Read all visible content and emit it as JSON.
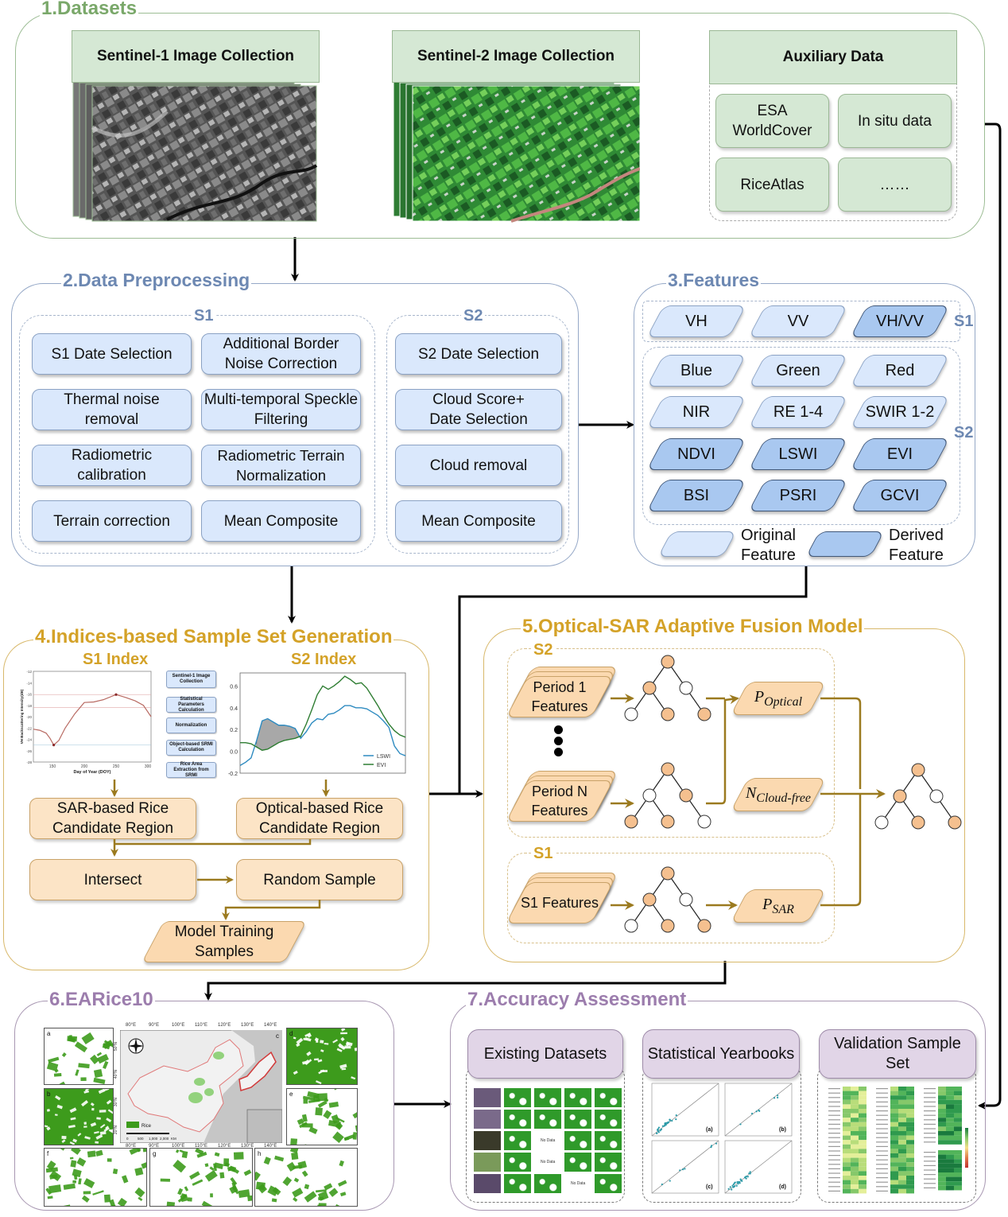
{
  "panels": {
    "datasets": {
      "title": "1.Datasets",
      "sentinel1": {
        "label": "Sentinel-1 Image Collection"
      },
      "sentinel2": {
        "label": "Sentinel-2 Image Collection"
      },
      "auxiliary": {
        "label": "Auxiliary Data",
        "items": [
          "ESA WorldCover",
          "In situ data",
          "RiceAtlas",
          "……"
        ]
      }
    },
    "preprocessing": {
      "title": "2.Data Preprocessing",
      "s1": {
        "label": "S1",
        "steps": [
          "S1 Date Selection",
          "Additional Border Noise Correction",
          "Thermal noise removal",
          "Multi-temporal Speckle Filtering",
          "Radiometric calibration",
          "Radiometric Terrain Normalization",
          "Terrain correction",
          "Mean Composite"
        ]
      },
      "s2": {
        "label": "S2",
        "steps": [
          "S2 Date Selection",
          "Cloud Score+ Date Selection",
          "Cloud removal",
          "Mean Composite"
        ]
      }
    },
    "features": {
      "title": "3.Features",
      "s1_label": "S1",
      "s2_label": "S2",
      "s1_features": [
        {
          "name": "VH",
          "type": "original"
        },
        {
          "name": "VV",
          "type": "original"
        },
        {
          "name": "VH/VV",
          "type": "derived"
        }
      ],
      "s2_features": [
        {
          "name": "Blue",
          "type": "original"
        },
        {
          "name": "Green",
          "type": "original"
        },
        {
          "name": "Red",
          "type": "original"
        },
        {
          "name": "NIR",
          "type": "original"
        },
        {
          "name": "RE 1-4",
          "type": "original"
        },
        {
          "name": "SWIR 1-2",
          "type": "original"
        },
        {
          "name": "NDVI",
          "type": "derived"
        },
        {
          "name": "LSWI",
          "type": "derived"
        },
        {
          "name": "EVI",
          "type": "derived"
        },
        {
          "name": "BSI",
          "type": "derived"
        },
        {
          "name": "PSRI",
          "type": "derived"
        },
        {
          "name": "GCVI",
          "type": "derived"
        }
      ],
      "legend": {
        "original": "Original Feature",
        "derived": "Derived Feature"
      }
    },
    "sample_generation": {
      "title": "4.Indices-based Sample Set Generation",
      "s1_index_label": "S1 Index",
      "s2_index_label": "S2 Index",
      "s1_flow": [
        "Sentinel-1 Image Collection",
        "Statistical Parameters Calculation",
        "Normalization",
        "Object-based SRMI Calculation",
        "Rice Area Extraction from SRMI"
      ],
      "steps": {
        "sar_region": "SAR-based Rice Candidate Region",
        "optical_region": "Optical-based Rice Candidate Region",
        "intersect": "Intersect",
        "random_sample": "Random Sample",
        "training_samples": "Model Training Samples"
      }
    },
    "fusion": {
      "title": "5.Optical-SAR Adaptive Fusion Model",
      "s2_label": "S2",
      "s1_label": "S1",
      "period1": "Period 1 Features",
      "periodN": "Period N Features",
      "s1_features": "S1 Features",
      "p_optical": {
        "base": "P",
        "sub": "Optical"
      },
      "n_cloudfree": {
        "base": "N",
        "sub": "Cloud-free"
      },
      "p_sar": {
        "base": "P",
        "sub": "SAR"
      }
    },
    "earice": {
      "title": "6.EARice10",
      "map": {
        "panel_labels": [
          "a",
          "b",
          "c",
          "d",
          "e",
          "f",
          "g",
          "h"
        ],
        "legend": "Rice",
        "lon_ticks": [
          "80°E",
          "90°E",
          "100°E",
          "110°E",
          "120°E",
          "130°E",
          "140°E"
        ],
        "lat_ticks": [
          "50°N",
          "40°N",
          "30°N",
          "20°N"
        ],
        "scale": [
          "0",
          "500",
          "1,000",
          "2,000",
          "KM"
        ]
      }
    },
    "accuracy": {
      "title": "7.Accuracy Assessment",
      "cards": [
        {
          "label": "Existing Datasets",
          "no_data": "No Data"
        },
        {
          "label": "Statistical Yearbooks",
          "subplots": [
            "(a)",
            "(b)",
            "(c)",
            "(d)"
          ]
        },
        {
          "label": "Validation Sample Set"
        }
      ]
    }
  },
  "chart_data": [
    {
      "type": "line",
      "title": "S1 Index",
      "xlabel": "Day of Year (DOY)",
      "ylabel": "VH Backscattering Intensity(dB)",
      "xlim": [
        120,
        305
      ],
      "ylim": [
        -28,
        -12
      ],
      "xticks": [
        150,
        200,
        250,
        300
      ],
      "yticks": [
        -28,
        -26,
        -24,
        -22,
        -20,
        -18,
        -16,
        -14,
        -12
      ],
      "series": [
        {
          "name": "VH",
          "x": [
            120,
            130,
            140,
            146,
            152,
            160,
            170,
            185,
            200,
            215,
            230,
            250,
            265,
            280,
            293,
            305
          ],
          "y": [
            -22.2,
            -22.4,
            -22.9,
            -23.8,
            -25.0,
            -24.2,
            -22.0,
            -19.5,
            -17.5,
            -17.4,
            -17.0,
            -16.1,
            -16.6,
            -17.2,
            -18.0,
            -20.0
          ]
        }
      ],
      "reference_lines": [
        -16.1,
        -18.4,
        -25.0
      ]
    },
    {
      "type": "line",
      "title": "S2 Index",
      "ylim": [
        -0.2,
        0.72
      ],
      "yticks": [
        -0.2,
        0.0,
        0.2,
        0.4,
        0.6
      ],
      "legend": "bottom-right",
      "series": [
        {
          "name": "LSWI",
          "color": "#2e8bc0",
          "y": [
            -0.13,
            -0.1,
            -0.06,
            0.1,
            0.28,
            0.3,
            0.27,
            0.24,
            0.24,
            0.23,
            0.21,
            0.12,
            0.18,
            0.26,
            0.3,
            0.29,
            0.34,
            0.35,
            0.38,
            0.42,
            0.42,
            0.4,
            0.4,
            0.39,
            0.36,
            0.33,
            0.28,
            0.22,
            0.05,
            -0.02,
            -0.04
          ]
        },
        {
          "name": "EVI",
          "color": "#2e7d32",
          "y": [
            0.08,
            0.08,
            0.07,
            0.04,
            0.01,
            0.02,
            0.05,
            0.08,
            0.1,
            0.11,
            0.12,
            0.14,
            0.25,
            0.38,
            0.52,
            0.6,
            0.57,
            0.6,
            0.64,
            0.69,
            0.66,
            0.62,
            0.63,
            0.58,
            0.5,
            0.42,
            0.33,
            0.25,
            0.19,
            0.15,
            0.13
          ]
        }
      ]
    }
  ]
}
